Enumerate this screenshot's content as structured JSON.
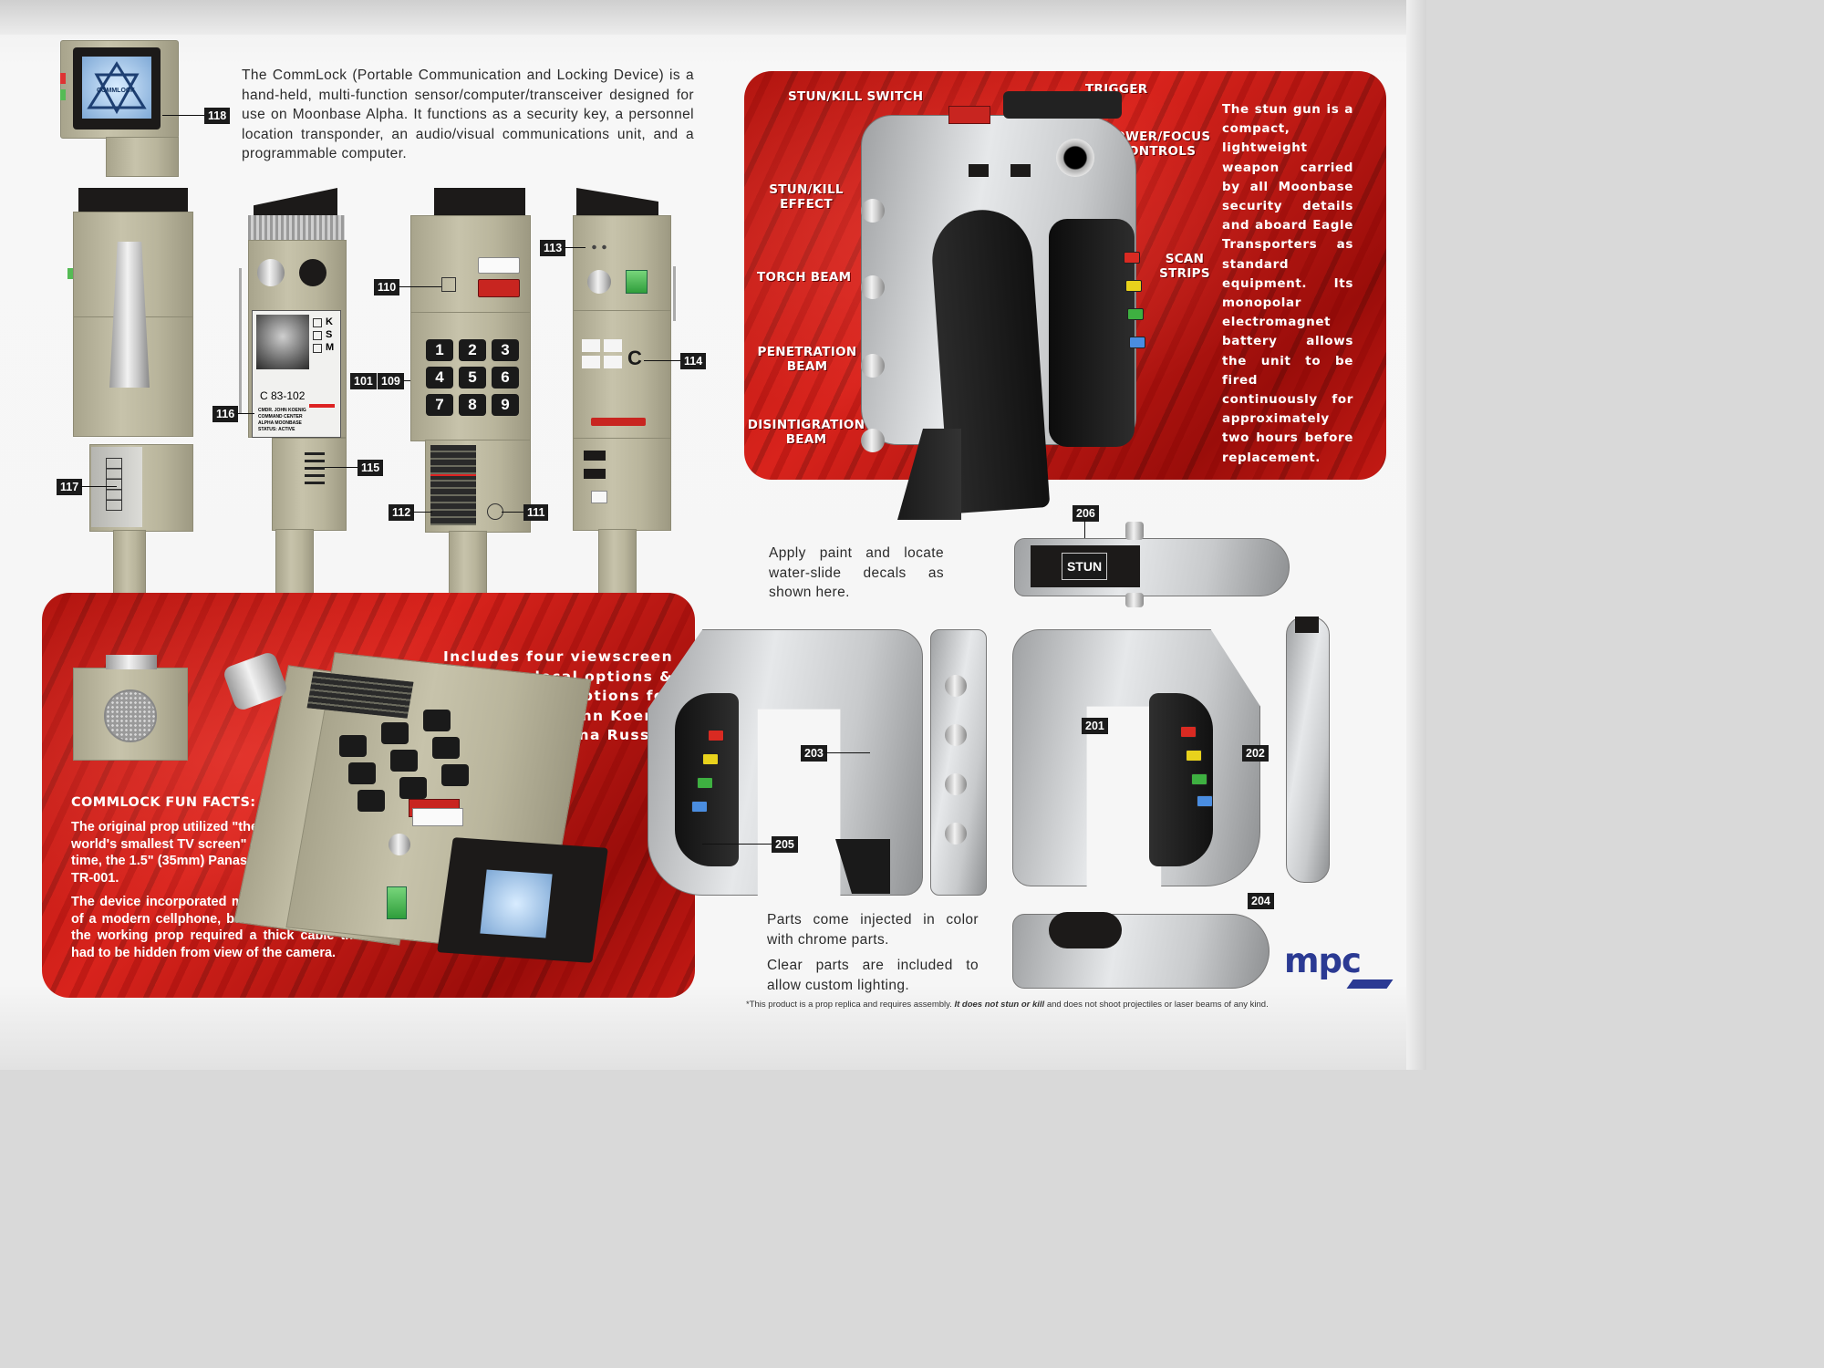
{
  "commlock_intro": "The CommLock (Portable Communication and Locking Device) is a hand-held, multi-function sensor/computer/transceiver designed for use on Moonbase Alpha. It functions as a security key, a personnel location transponder, an audio/visual communications unit, and a programmable computer.",
  "screen_logo": "COMMLOCK",
  "keypad": [
    "1",
    "2",
    "3",
    "4",
    "5",
    "6",
    "7",
    "8",
    "9"
  ],
  "id_card": {
    "letters": [
      "K",
      "S",
      "M"
    ],
    "number": "C 83-102",
    "line1": "CMDR. JOHN KOENIG",
    "line2": "COMMAND CENTER",
    "line3": "ALPHA MOONBASE",
    "line4": "STATUS: ACTIVE"
  },
  "c_letter": "C",
  "callouts": {
    "c101": "101",
    "c109": "109",
    "c110": "110",
    "c111": "111",
    "c112": "112",
    "c113": "113",
    "c114": "114",
    "c115": "115",
    "c116": "116",
    "c117": "117",
    "c118": "118",
    "c201": "201",
    "c202": "202",
    "c203": "203",
    "c204": "204",
    "c205": "205",
    "c206": "206"
  },
  "gun_labels": {
    "switch": "STUN/KILL SWITCH",
    "trigger": "TRIGGER",
    "power": "POWER/FOCUS CONTROLS",
    "effect": "STUN/KILL EFFECT",
    "torch": "TORCH BEAM",
    "penetration": "PENETRATION BEAM",
    "disintegration": "DISINTIGRATION BEAM",
    "scan": "SCAN STRIPS"
  },
  "stun_gun_text": "The stun gun is a compact, lightweight weapon carried by all Moonbase security details and aboard Eagle Transporters as standard equipment. Its monopolar electromagnet battery allows the unit to be fired continuously for approximately two hours before replacement.",
  "stun_decal": "STUN",
  "apply_paint": "Apply paint and locate water-slide decals as shown here.",
  "includes_text": "Includes four viewscreen decal options & identification options for Commander John Koenig and Dr. Helena Russell",
  "fun_facts_title": "COMMLOCK FUN FACTS:",
  "fun_fact_1": "The original prop utilized \"the world's smallest TV screen\" of the time, the 1.5\" (35mm) Panasonic TR-001.",
  "fun_fact_2": "The device incorporated many of the features of a modern cellphone, but unlike cellphones the working prop required a thick cable that had to be hidden from view of the camera.",
  "parts_text_1": "Parts come injected in color with chrome parts.",
  "parts_text_2": "Clear parts are included to allow custom lighting.",
  "disclaimer_a": "*This product is a prop replica and requires assembly.",
  "disclaimer_b": "It does not stun or kill",
  "disclaimer_c": "and does not shoot projectiles or laser beams of any kind.",
  "brand": "mpc",
  "colors": {
    "panel_red": "#c41a14",
    "khaki": "#c2be a6",
    "brand_blue": "#2b3a93"
  }
}
